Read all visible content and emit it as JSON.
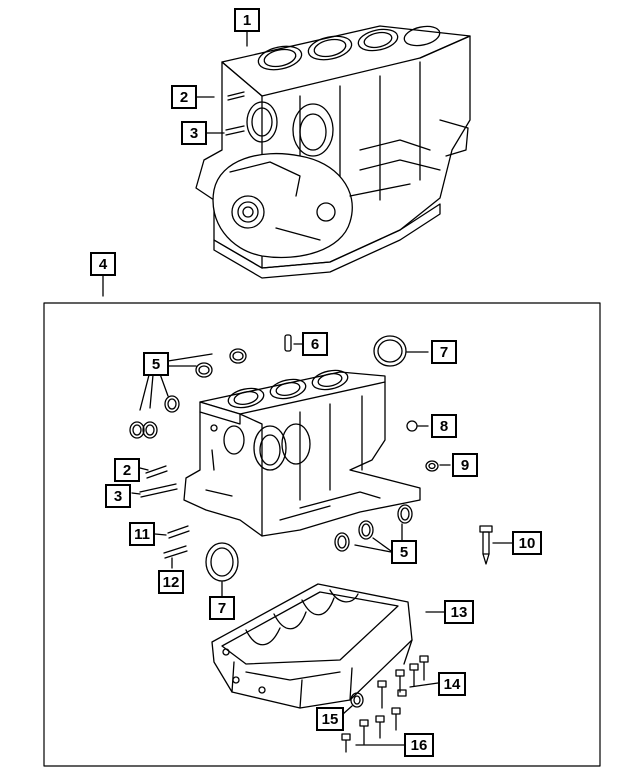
{
  "callouts": {
    "c1": "1",
    "c2_top": "2",
    "c3_top": "3",
    "c4": "4",
    "c5_top": "5",
    "c6": "6",
    "c7_top": "7",
    "c8": "8",
    "c9": "9",
    "c2_kit": "2",
    "c3_kit": "3",
    "c5_kit": "5",
    "c10": "10",
    "c11": "11",
    "c12": "12",
    "c7_kit": "7",
    "c13": "13",
    "c14": "14",
    "c15": "15",
    "c16": "16"
  }
}
